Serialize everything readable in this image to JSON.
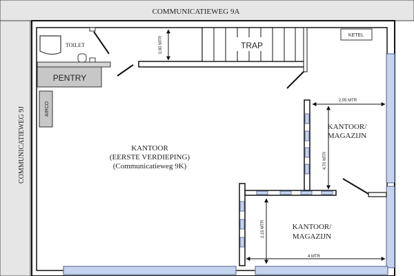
{
  "streets": {
    "top": "COMMUNICATIEWEG 9A",
    "left": "COMMUNICATIEWEG 9J"
  },
  "rooms": {
    "toilet": "TOILET",
    "pentry": "PENTRY",
    "airco": "AIRCO",
    "trap": "TRAP",
    "ketel": "KETEL",
    "kantoor_main": {
      "line1": "KANTOOR",
      "line2": "(EERSTE VERDIEPING)",
      "line3": "(Communicatieweg 9K)"
    },
    "kantoor_magazijn_upper": {
      "line1": "KANTOOR/",
      "line2": "MAGAZIJN"
    },
    "kantoor_magazijn_lower": {
      "line1": "KANTOOR/",
      "line2": "MAGAZIJN"
    }
  },
  "dimensions": {
    "stair_gap": "0,90 MTR",
    "upper_width": "2,05 MTR",
    "upper_height": "4,70 MTR",
    "lower_height": "2,15 MTR",
    "lower_width": "4 MTR"
  },
  "colors": {
    "street_fill": "#e6e6e6",
    "wall": "#111111",
    "pentry_fill": "#c7c7c7",
    "window_fill": "#c5d3ee",
    "window_stroke": "#4a5c86"
  }
}
